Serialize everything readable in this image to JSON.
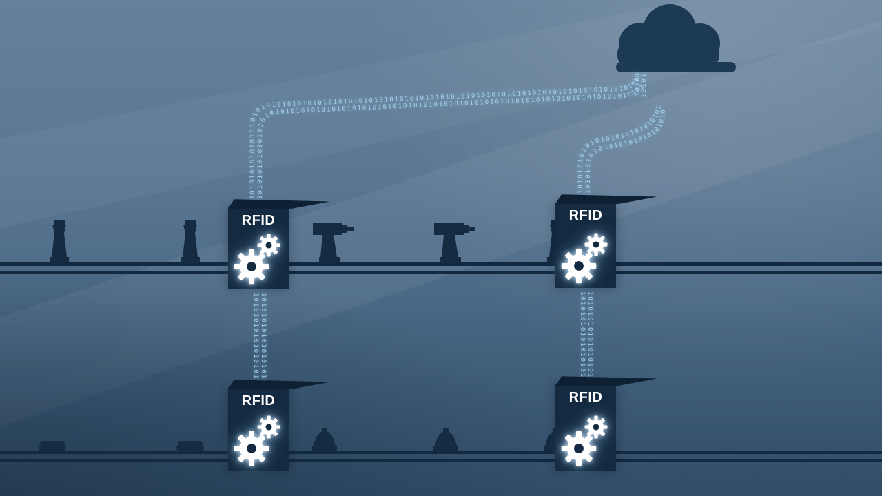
{
  "scene": {
    "description": "Smart factory illustration: RFID readers on two conveyor lines streaming binary data to a cloud",
    "colors": {
      "background_top": "#64809a",
      "background_bottom": "#3b5a77",
      "reader_box": "#132a40",
      "reader_lid": "#0e2134",
      "cloud": "#1d3a55",
      "conveyor_line": "#122940",
      "item_silhouette": "#142b41",
      "binary_stream": "#a9d7f2",
      "gear": "#ffffff",
      "label_text": "#ffffff"
    },
    "cloud": {
      "icon": "cloud-icon"
    },
    "readers": [
      {
        "id": "reader-top-left",
        "label": "RFID"
      },
      {
        "id": "reader-top-right",
        "label": "RFID"
      },
      {
        "id": "reader-bottom-left",
        "label": "RFID"
      },
      {
        "id": "reader-bottom-right",
        "label": "RFID"
      }
    ],
    "streams": {
      "to_cloud_left": "1010101010101010101010101010101010101010101010101010101010101010101010101010101010101010101010101010101010101010",
      "to_cloud_right": "101010101010101010101010101010101010101010101010",
      "cloud_drop": "10101010",
      "link_left": "10101010101010101010101010101010",
      "link_right": "10101010101010101010101010101010"
    }
  }
}
